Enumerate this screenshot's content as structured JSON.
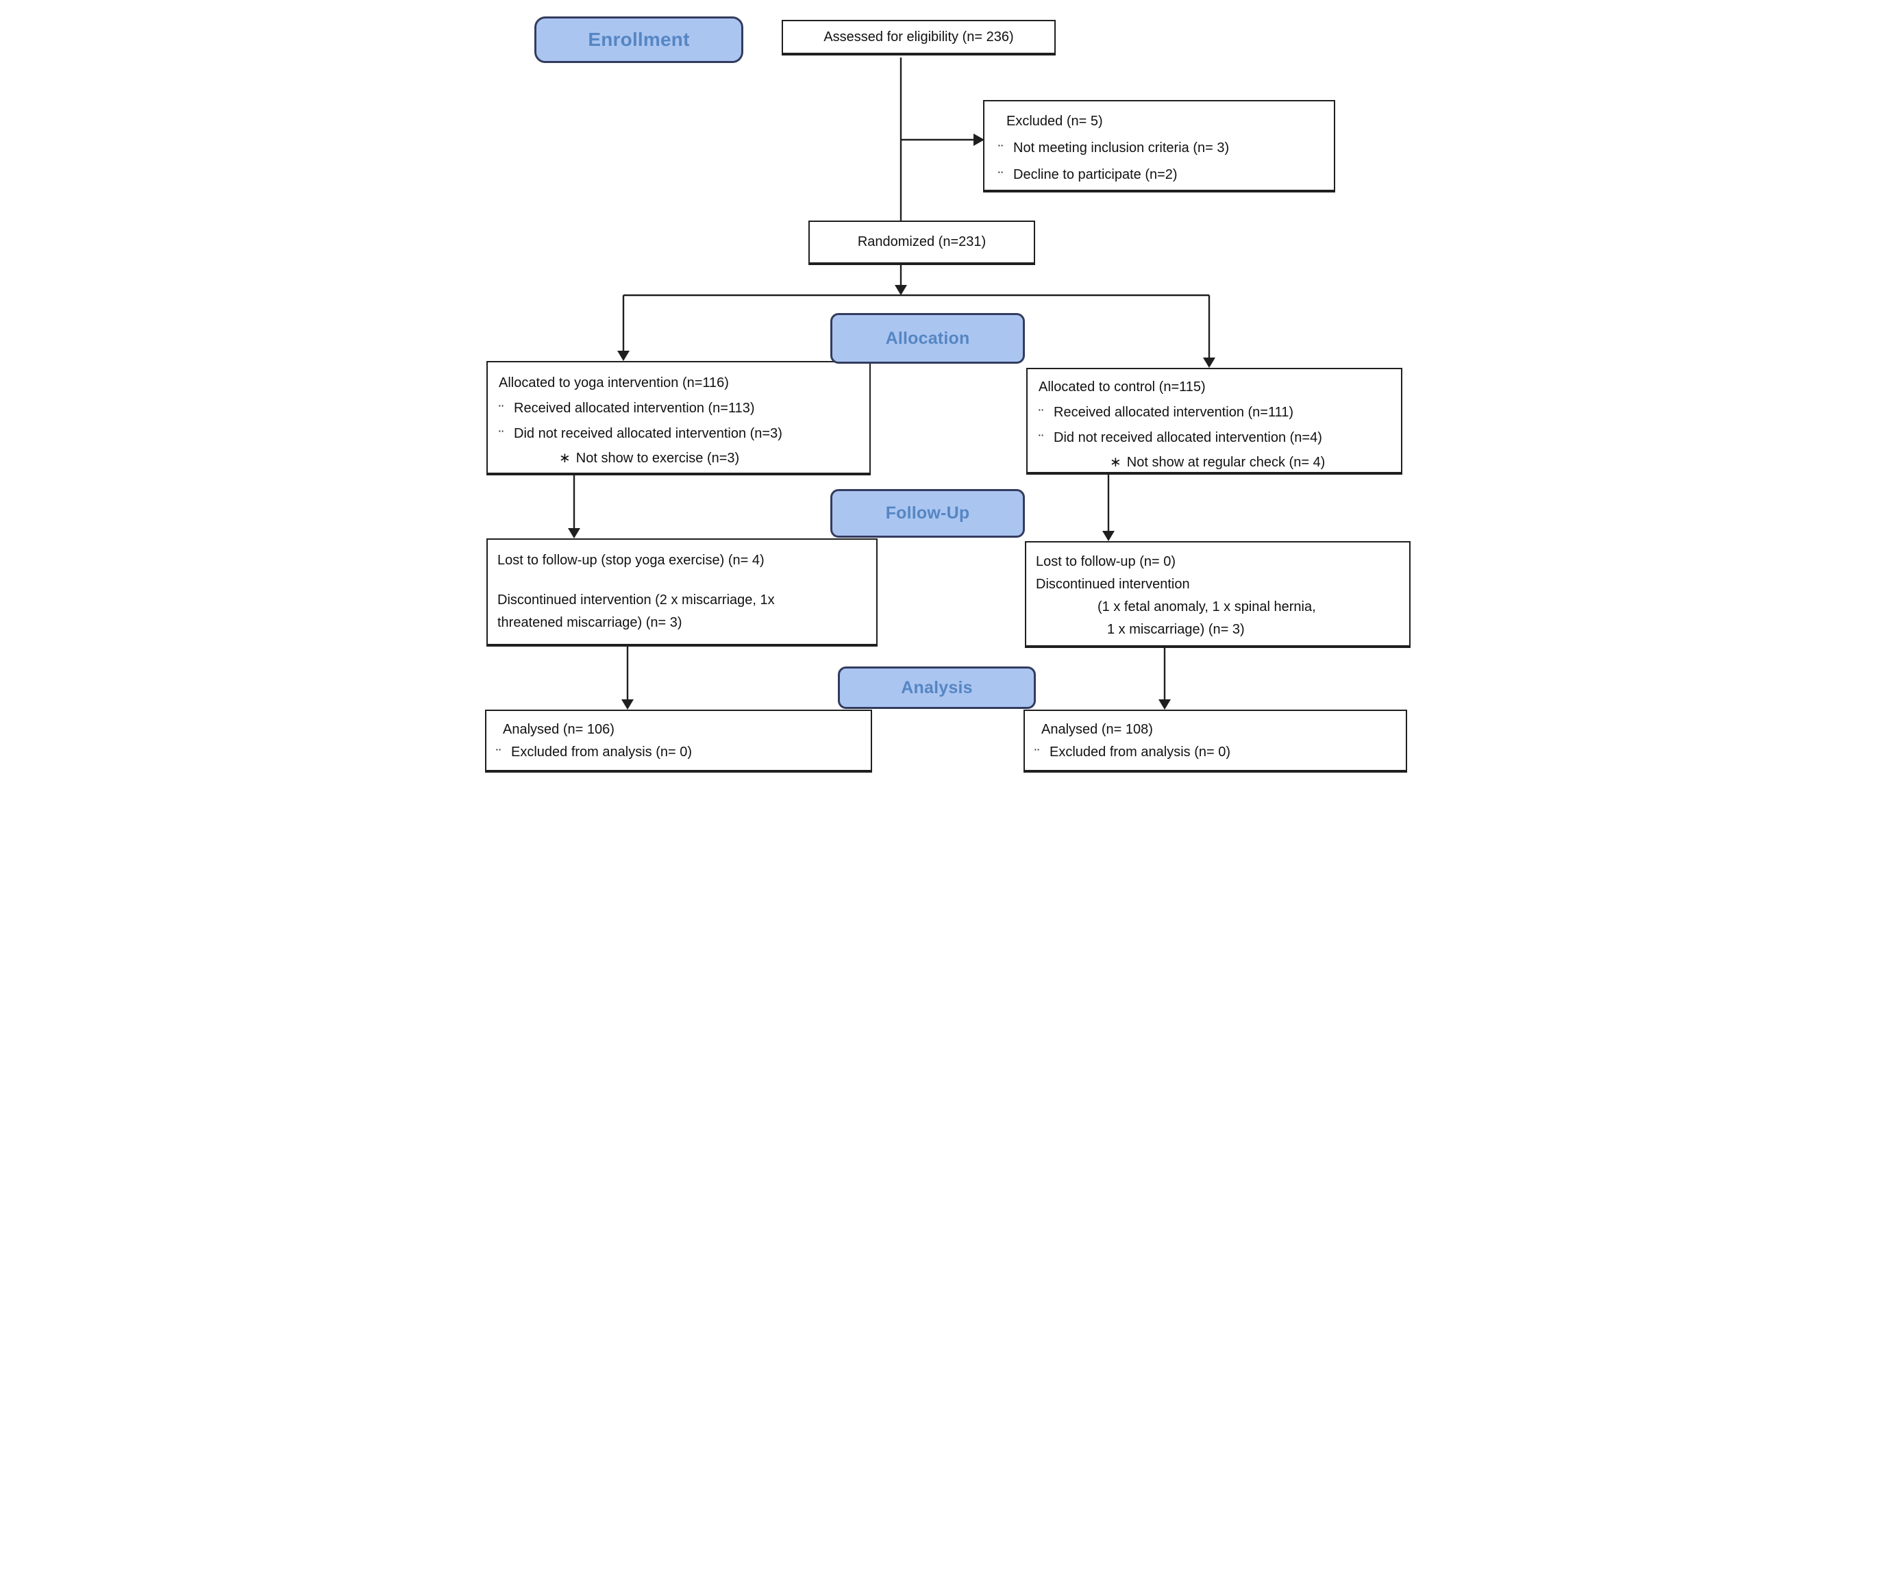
{
  "diagram": {
    "title_hint": "CONSORT participant flow diagram",
    "stages": {
      "enrollment_label": "Enrollment",
      "allocation_label": "Allocation",
      "followup_label": "Follow-Up",
      "analysis_label": "Analysis"
    },
    "bullets": {
      "dot": "¨",
      "star": "∗"
    },
    "colors": {
      "stage_fill": "#abc5f1",
      "stage_border": "#333c5e",
      "stage_text": "#5586c3",
      "box_border": "#1f1f1f",
      "bg": "#ffffff",
      "line": "#1f1f1f"
    },
    "boxes": {
      "assessed": {
        "text": "Assessed for eligibility (n= 236)"
      },
      "excluded": {
        "title": "Excluded (n= 5)",
        "items": [
          "Not meeting inclusion criteria (n= 3)",
          "Decline to participate (n=2)"
        ]
      },
      "randomized": {
        "text": "Randomized (n=231)"
      },
      "yoga_allocation": {
        "title": "Allocated to yoga intervention (n=116)",
        "items": [
          "Received allocated intervention (n=113)",
          "Did not received allocated intervention (n=3)"
        ],
        "sub_item": "Not show to exercise (n=3)"
      },
      "control_allocation": {
        "title": "Allocated to control (n=115)",
        "items": [
          "Received allocated intervention (n=111)",
          "Did not received allocated intervention (n=4)"
        ],
        "sub_item": "Not show at regular check (n= 4)"
      },
      "yoga_followup": {
        "lines": [
          "Lost to follow-up (stop yoga exercise) (n= 4)",
          "Discontinued intervention (2 x miscarriage, 1x",
          "threatened miscarriage) (n= 3)"
        ]
      },
      "control_followup": {
        "lines": [
          "Lost to follow-up (n= 0)",
          "Discontinued intervention",
          "(1 x fetal anomaly, 1 x spinal hernia,",
          "1 x miscarriage) (n= 3)"
        ]
      },
      "yoga_analysis": {
        "title": "Analysed (n= 106)",
        "items": [
          "Excluded from analysis (n= 0)"
        ]
      },
      "control_analysis": {
        "title": "Analysed (n= 108)",
        "items": [
          "Excluded from analysis (n= 0)"
        ]
      }
    }
  }
}
